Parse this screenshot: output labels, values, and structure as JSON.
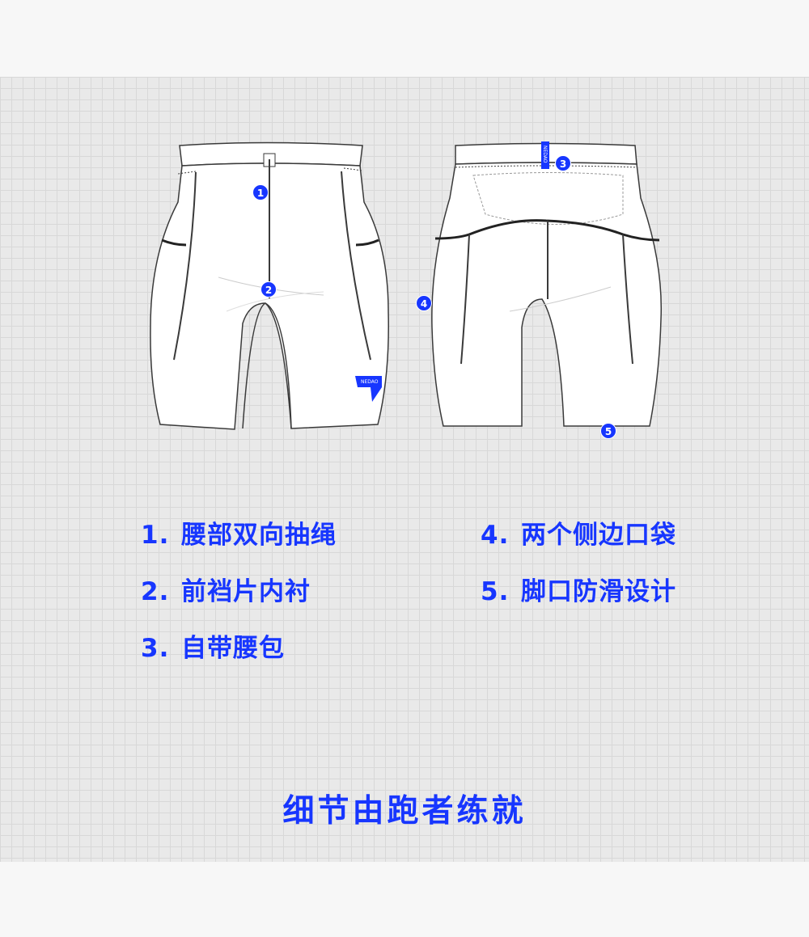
{
  "brand": "NEDAO",
  "markers": {
    "m1": "1",
    "m2": "2",
    "m3": "3",
    "m4": "4",
    "m5": "5"
  },
  "features": [
    {
      "num": "1.",
      "label": "腰部双向抽绳"
    },
    {
      "num": "2.",
      "label": "前裆片内衬"
    },
    {
      "num": "3.",
      "label": "自带腰包"
    },
    {
      "num": "4.",
      "label": "两个侧边口袋"
    },
    {
      "num": "5.",
      "label": "脚口防滑设计"
    }
  ],
  "tagline": "细节由跑者练就",
  "colors": {
    "accent": "#1736ff",
    "outline": "#3a3a3a"
  }
}
